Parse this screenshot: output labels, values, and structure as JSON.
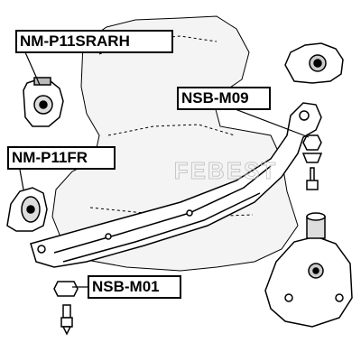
{
  "labels": {
    "rear_right_mount": "NM-P11SRARH",
    "bracket_bolt": "NSB-M09",
    "front_mount": "NM-P11FR",
    "bottom_bolt": "NSB-M01"
  },
  "watermark": {
    "brand": "FEBEST"
  }
}
